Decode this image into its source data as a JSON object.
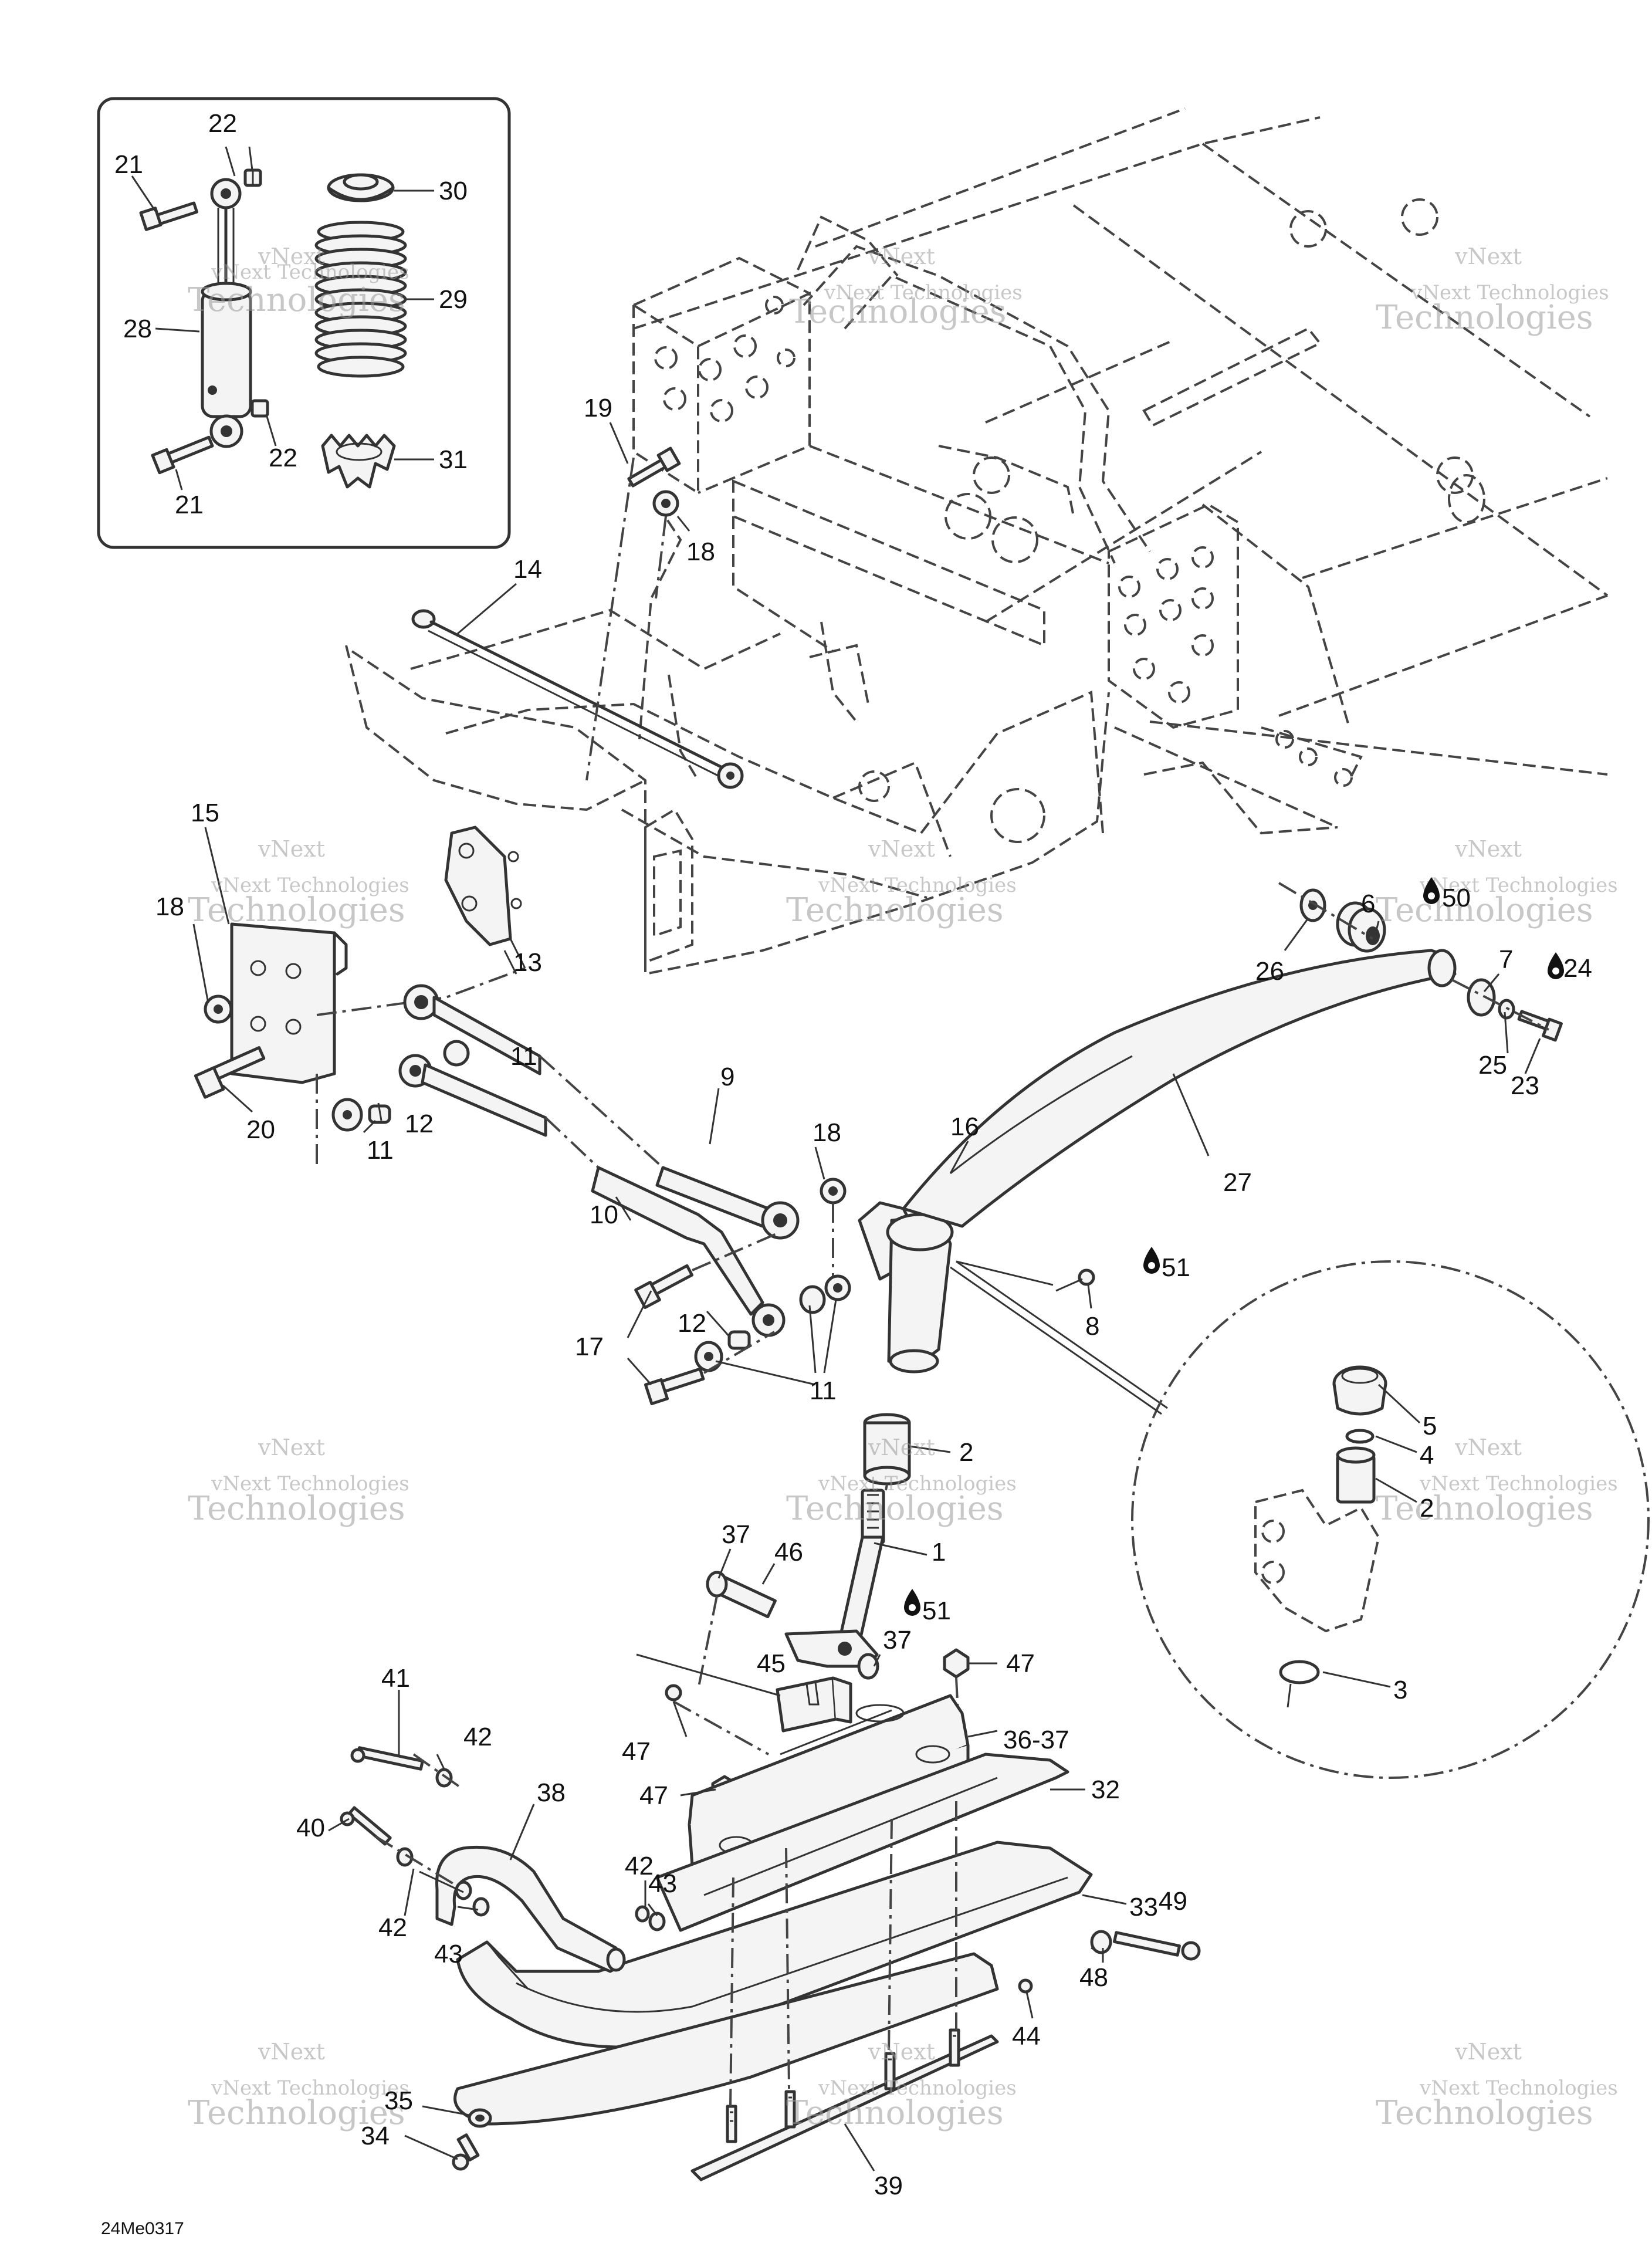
{
  "diagram": {
    "drawing_code": "24Me0317",
    "watermark": {
      "line1": "vNext",
      "line2": "vNext Technologies",
      "line3": "Technologies"
    },
    "callouts": [
      "1",
      "2",
      "2",
      "3",
      "4",
      "5",
      "6",
      "7",
      "8",
      "9",
      "10",
      "11",
      "11",
      "11",
      "12",
      "12",
      "13",
      "14",
      "15",
      "16",
      "17",
      "18",
      "18",
      "18",
      "18",
      "19",
      "20",
      "21",
      "21",
      "22",
      "22",
      "23",
      "24",
      "25",
      "26",
      "27",
      "28",
      "29",
      "30",
      "31",
      "32",
      "33",
      "34",
      "35",
      "36-37",
      "37",
      "37",
      "38",
      "39",
      "40",
      "41",
      "42",
      "42",
      "42",
      "43",
      "43",
      "44",
      "45",
      "46",
      "47",
      "47",
      "47",
      "48",
      "49",
      "50",
      "51",
      "51"
    ]
  }
}
